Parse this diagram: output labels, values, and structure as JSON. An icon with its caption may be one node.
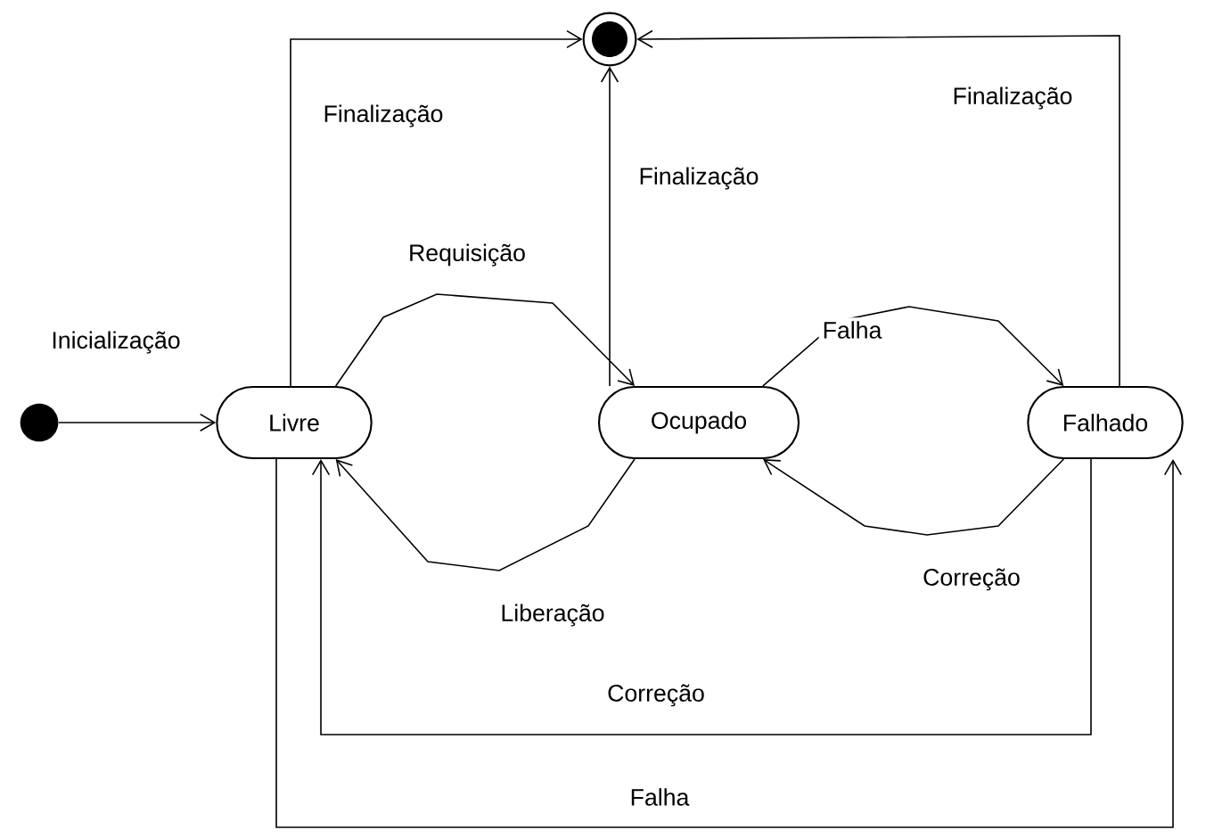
{
  "diagram": {
    "nodes": [
      {
        "text": [],
        "shape": "circle"
      },
      {
        "text": [],
        "shape": "bullseye"
      },
      {
        "text": [
          "Livre"
        ]
      },
      {
        "text": [
          "Ocupado"
        ]
      },
      {
        "text": [
          "Falhado"
        ]
      }
    ],
    "edges": [
      {
        "from": 0,
        "to": 2,
        "arrow": "to",
        "label": "Inicialização"
      },
      {
        "from": 2,
        "to": 1,
        "arrow": "to",
        "label": "Finalização"
      },
      {
        "from": 3,
        "to": 1,
        "arrow": "to",
        "label": "Finalização"
      },
      {
        "from": 4,
        "to": 1,
        "arrow": "to",
        "label": "Finalização"
      },
      {
        "from": 2,
        "to": 3,
        "arrow": "to",
        "label": "Requisição"
      },
      {
        "from": 3,
        "to": 2,
        "arrow": "to",
        "label": "Liberação"
      },
      {
        "from": 3,
        "to": 4,
        "arrow": "to",
        "label": "Falha"
      },
      {
        "from": 4,
        "to": 3,
        "arrow": "to",
        "label": "Correção"
      },
      {
        "from": 4,
        "to": 2,
        "arrow": "to",
        "label": "Correção"
      },
      {
        "from": 2,
        "to": 4,
        "arrow": "to",
        "label": "Falha"
      }
    ]
  }
}
